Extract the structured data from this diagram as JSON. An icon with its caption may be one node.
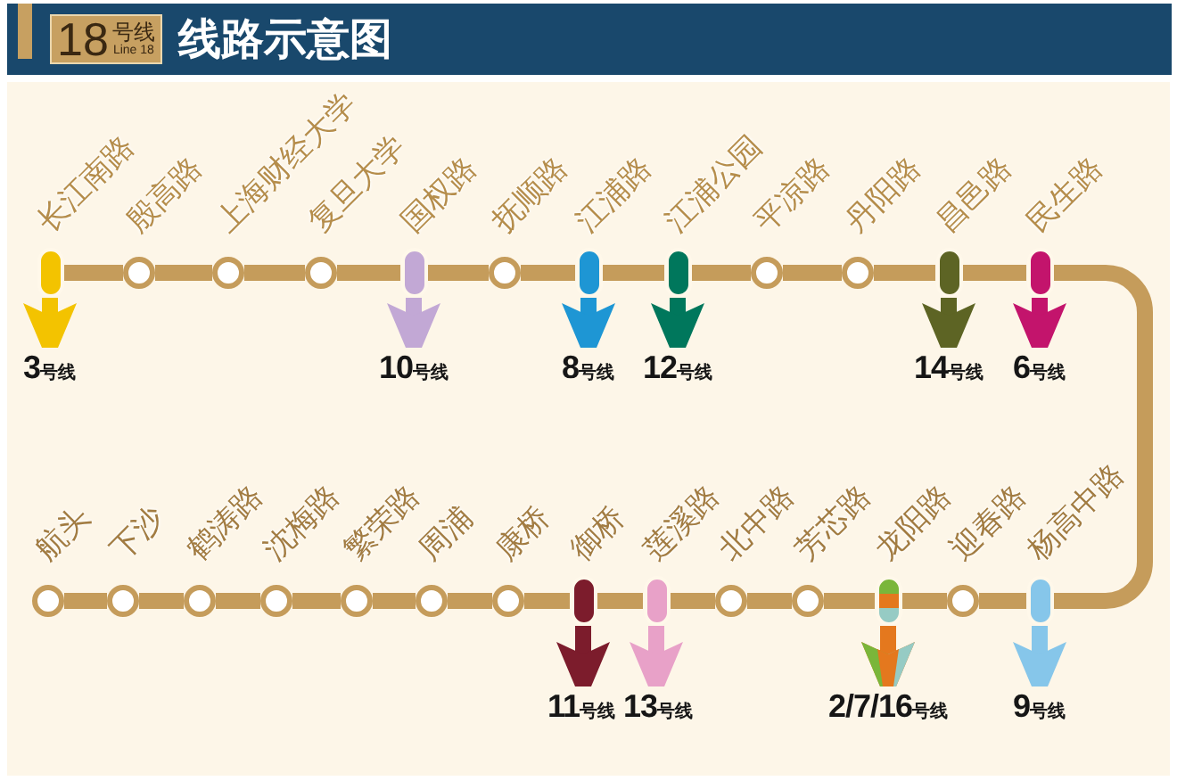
{
  "diagram": {
    "title": "线路示意图",
    "nodes": [
      {
        "text": [
          "18",
          "号线",
          "Line 18"
        ]
      },
      {
        "text": [
          "长江南路"
        ]
      },
      {
        "text": [
          "殷高路"
        ]
      },
      {
        "text": [
          "上海财经大学"
        ]
      },
      {
        "text": [
          "复旦大学"
        ]
      },
      {
        "text": [
          "国权路"
        ]
      },
      {
        "text": [
          "抚顺路"
        ]
      },
      {
        "text": [
          "江浦路"
        ]
      },
      {
        "text": [
          "江浦公园"
        ]
      },
      {
        "text": [
          "平凉路"
        ]
      },
      {
        "text": [
          "丹阳路"
        ]
      },
      {
        "text": [
          "昌邑路"
        ]
      },
      {
        "text": [
          "民生路"
        ]
      },
      {
        "text": [
          "杨高中路"
        ]
      },
      {
        "text": [
          "迎春路"
        ]
      },
      {
        "text": [
          "龙阳路"
        ]
      },
      {
        "text": [
          "芳芯路"
        ]
      },
      {
        "text": [
          "北中路"
        ]
      },
      {
        "text": [
          "莲溪路"
        ]
      },
      {
        "text": [
          "御桥"
        ]
      },
      {
        "text": [
          "康桥"
        ]
      },
      {
        "text": [
          "周浦"
        ]
      },
      {
        "text": [
          "繁荣路"
        ]
      },
      {
        "text": [
          "沈梅路"
        ]
      },
      {
        "text": [
          "鹤涛路"
        ]
      },
      {
        "text": [
          "下沙"
        ]
      },
      {
        "text": [
          "航头"
        ]
      },
      {
        "text": [
          "3",
          "号线"
        ]
      },
      {
        "text": [
          "10",
          "号线"
        ]
      },
      {
        "text": [
          "8",
          "号线"
        ]
      },
      {
        "text": [
          "12",
          "号线"
        ]
      },
      {
        "text": [
          "14",
          "号线"
        ]
      },
      {
        "text": [
          "6",
          "号线"
        ]
      },
      {
        "text": [
          "9",
          "号线"
        ]
      },
      {
        "text": [
          "2/7/16",
          "号线"
        ]
      },
      {
        "text": [
          "13",
          "号线"
        ]
      },
      {
        "text": [
          "11",
          "号线"
        ]
      }
    ],
    "edges": [
      {
        "from": 1,
        "to": 2,
        "arrow": "none"
      },
      {
        "from": 2,
        "to": 3,
        "arrow": "none"
      },
      {
        "from": 3,
        "to": 4,
        "arrow": "none"
      },
      {
        "from": 4,
        "to": 5,
        "arrow": "none"
      },
      {
        "from": 5,
        "to": 6,
        "arrow": "none"
      },
      {
        "from": 6,
        "to": 7,
        "arrow": "none"
      },
      {
        "from": 7,
        "to": 8,
        "arrow": "none"
      },
      {
        "from": 8,
        "to": 9,
        "arrow": "none"
      },
      {
        "from": 9,
        "to": 10,
        "arrow": "none"
      },
      {
        "from": 10,
        "to": 11,
        "arrow": "none"
      },
      {
        "from": 11,
        "to": 12,
        "arrow": "none"
      },
      {
        "from": 12,
        "to": 13,
        "arrow": "none"
      },
      {
        "from": 13,
        "to": 14,
        "arrow": "none"
      },
      {
        "from": 14,
        "to": 15,
        "arrow": "none"
      },
      {
        "from": 15,
        "to": 16,
        "arrow": "none"
      },
      {
        "from": 16,
        "to": 17,
        "arrow": "none"
      },
      {
        "from": 17,
        "to": 18,
        "arrow": "none"
      },
      {
        "from": 18,
        "to": 19,
        "arrow": "none"
      },
      {
        "from": 19,
        "to": 20,
        "arrow": "none"
      },
      {
        "from": 20,
        "to": 21,
        "arrow": "none"
      },
      {
        "from": 21,
        "to": 22,
        "arrow": "none"
      },
      {
        "from": 22,
        "to": 23,
        "arrow": "none"
      },
      {
        "from": 23,
        "to": 24,
        "arrow": "none"
      },
      {
        "from": 24,
        "to": 25,
        "arrow": "none"
      },
      {
        "from": 25,
        "to": 26,
        "arrow": "none"
      },
      {
        "from": 1,
        "to": 27,
        "arrow": "to",
        "color": "#f3c300"
      },
      {
        "from": 5,
        "to": 28,
        "arrow": "to",
        "color": "#c2a8d5"
      },
      {
        "from": 7,
        "to": 29,
        "arrow": "to",
        "color": "#1e96d4"
      },
      {
        "from": 8,
        "to": 30,
        "arrow": "to",
        "color": "#00775c"
      },
      {
        "from": 11,
        "to": 31,
        "arrow": "to",
        "color": "#5d6424"
      },
      {
        "from": 12,
        "to": 32,
        "arrow": "to",
        "color": "#c3146c"
      },
      {
        "from": 13,
        "to": 33,
        "arrow": "to",
        "color": "#86c6ea"
      },
      {
        "from": 15,
        "to": 34,
        "arrow": "to",
        "color": "#e4781e"
      },
      {
        "from": 18,
        "to": 35,
        "arrow": "to",
        "color": "#e8a1c8"
      },
      {
        "from": 19,
        "to": 36,
        "arrow": "to",
        "color": "#7c1c2c"
      }
    ]
  }
}
